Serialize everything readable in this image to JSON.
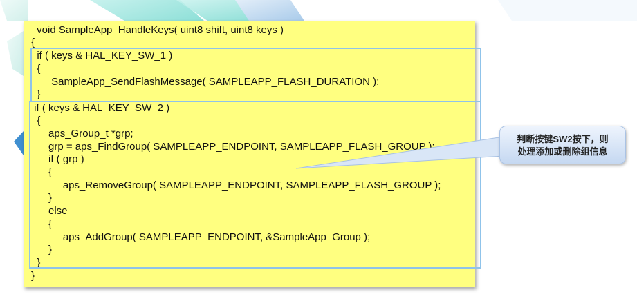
{
  "colors": {
    "code_panel": "#ffff80",
    "highlight_border": "#8fc3ea",
    "callout_top": "#eef4fd",
    "callout_bottom": "#c5d8f1",
    "bg_teal": "#7fdcd3",
    "bg_blue": "#9ec6ea"
  },
  "code": {
    "lines": [
      " void SampleApp_HandleKeys( uint8 shift, uint8 keys )",
      "{",
      "  if ( keys & HAL_KEY_SW_1 )",
      "  {",
      "       SampleApp_SendFlashMessage( SAMPLEAPP_FLASH_DURATION );",
      "  }",
      " if ( keys & HAL_KEY_SW_2 )",
      "  {",
      "      aps_Group_t *grp;",
      "      grp = aps_FindGroup( SAMPLEAPP_ENDPOINT, SAMPLEAPP_FLASH_GROUP );",
      "      if ( grp )",
      "      {",
      "           aps_RemoveGroup( SAMPLEAPP_ENDPOINT, SAMPLEAPP_FLASH_GROUP );",
      "      }",
      "      else",
      "      {",
      "           aps_AddGroup( SAMPLEAPP_ENDPOINT, &SampleApp_Group );",
      "      }",
      "  }",
      "}"
    ]
  },
  "callout": {
    "line1": "判断按键SW2按下，则",
    "line2": "处理添加或删除组信息"
  }
}
